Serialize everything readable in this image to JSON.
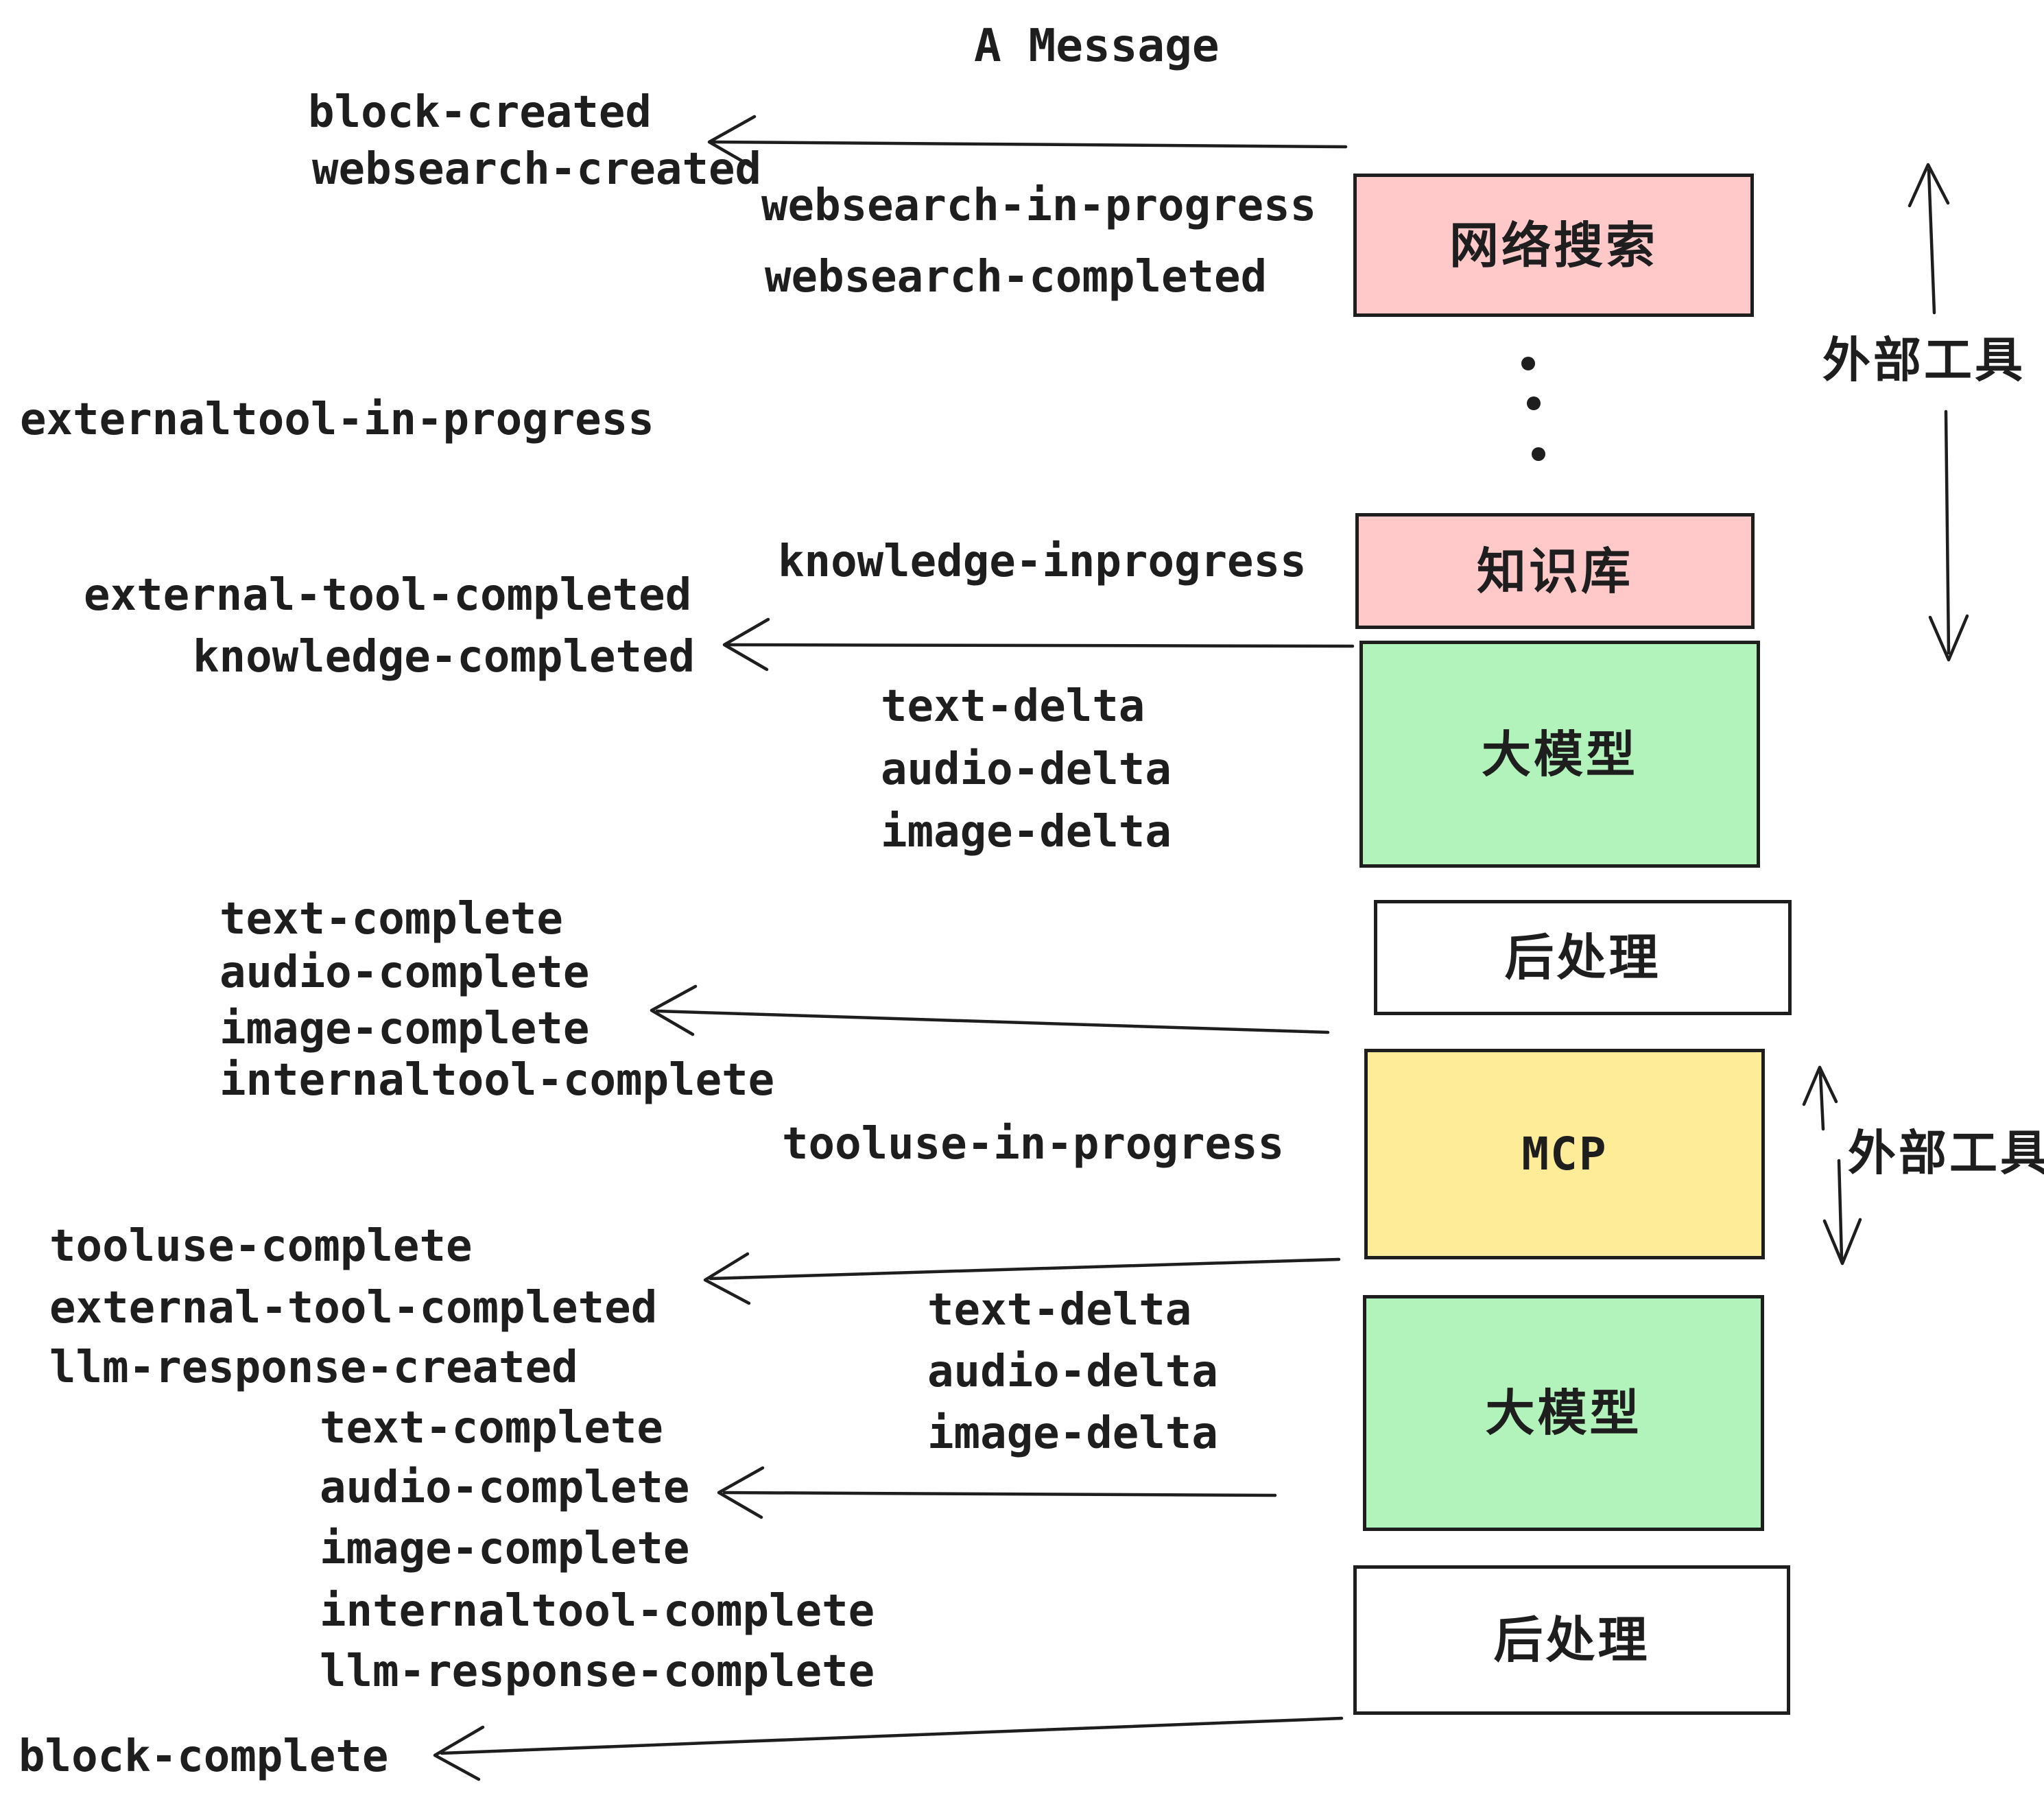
{
  "title": "A Message",
  "events": {
    "block_created": "block-created",
    "websearch_created": "websearch-created",
    "websearch_in_progress": "websearch-in-progress",
    "websearch_completed": "websearch-completed",
    "externaltool_in_progress": "externaltool-in-progress",
    "knowledge_inprogress": "knowledge-inprogress",
    "external_tool_completed_1": "external-tool-completed",
    "knowledge_completed": "knowledge-completed",
    "text_delta_1": "text-delta",
    "audio_delta_1": "audio-delta",
    "image_delta_1": "image-delta",
    "text_complete_1": "text-complete",
    "audio_complete_1": "audio-complete",
    "image_complete_1": "image-complete",
    "internaltool_complete_1": "internaltool-complete",
    "tooluse_in_progress": "tooluse-in-progress",
    "tooluse_complete": "tooluse-complete",
    "external_tool_completed_2": "external-tool-completed",
    "llm_response_created": "llm-response-created",
    "text_complete_2": "text-complete",
    "audio_complete_2": "audio-complete",
    "image_complete_2": "image-complete",
    "internaltool_complete_2": "internaltool-complete",
    "llm_response_complete": "llm-response-complete",
    "block_complete": "block-complete",
    "text_delta_2": "text-delta",
    "audio_delta_2": "audio-delta",
    "image_delta_2": "image-delta"
  },
  "boxes": {
    "websearch": "网络搜索",
    "knowledge": "知识库",
    "llm_1": "大模型",
    "postprocess_1": "后处理",
    "mcp": "MCP",
    "llm_2": "大模型",
    "postprocess_2": "后处理"
  },
  "annotations": {
    "external_tools_top": "外部工具",
    "external_tools_mcp": "外部工具"
  },
  "palette": {
    "pink": "#ffc9c9",
    "green": "#b2f2bb",
    "yellow": "#ffec99",
    "white": "#ffffff",
    "ink": "#1e1e1e"
  }
}
